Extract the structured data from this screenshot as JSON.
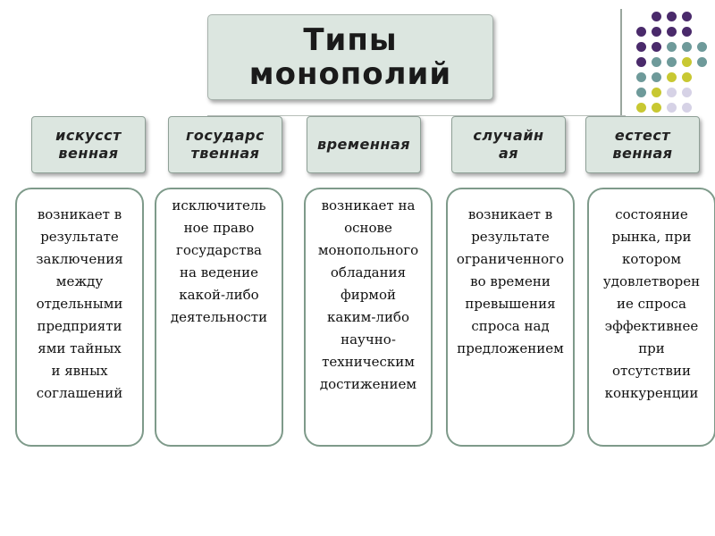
{
  "title": "Типы\nмонополий",
  "categories": [
    {
      "label": "искусст\nвенная",
      "description": "возникает в\nрезультате\nзаключения\nмежду\nотдельными\nпредприяти\nями тайных\nи явных\nсоглашений"
    },
    {
      "label": "государс\nтвенная",
      "description": "исключитель\nное право\nгосударства\nна ведение\nкакой-либо\nдеятельности"
    },
    {
      "label": "временная",
      "description": "возникает на\nоснове\nмонопольного\nобладания\nфирмой\nкаким-либо\nнаучно-\nтехническим\nдостижением"
    },
    {
      "label": "случайн\nая",
      "description": "возникает в\nрезультате\nограниченного\nво времени\nпревышения\nспроса над\nпредложением"
    },
    {
      "label": "естест\nвенная",
      "description": "состояние\nрынка, при\nкотором\nудовлетворен\nие спроса\nэффективнее\nпри\nотсутствии\nконкуренции"
    }
  ],
  "colors": {
    "box_fill": "#dce6e0",
    "border": "#7e9a8a",
    "dot_purple": "#4a2a6b",
    "dot_teal": "#6e9a9a",
    "dot_yellow": "#c8c832",
    "dot_lavender": "#d6d2e6"
  }
}
